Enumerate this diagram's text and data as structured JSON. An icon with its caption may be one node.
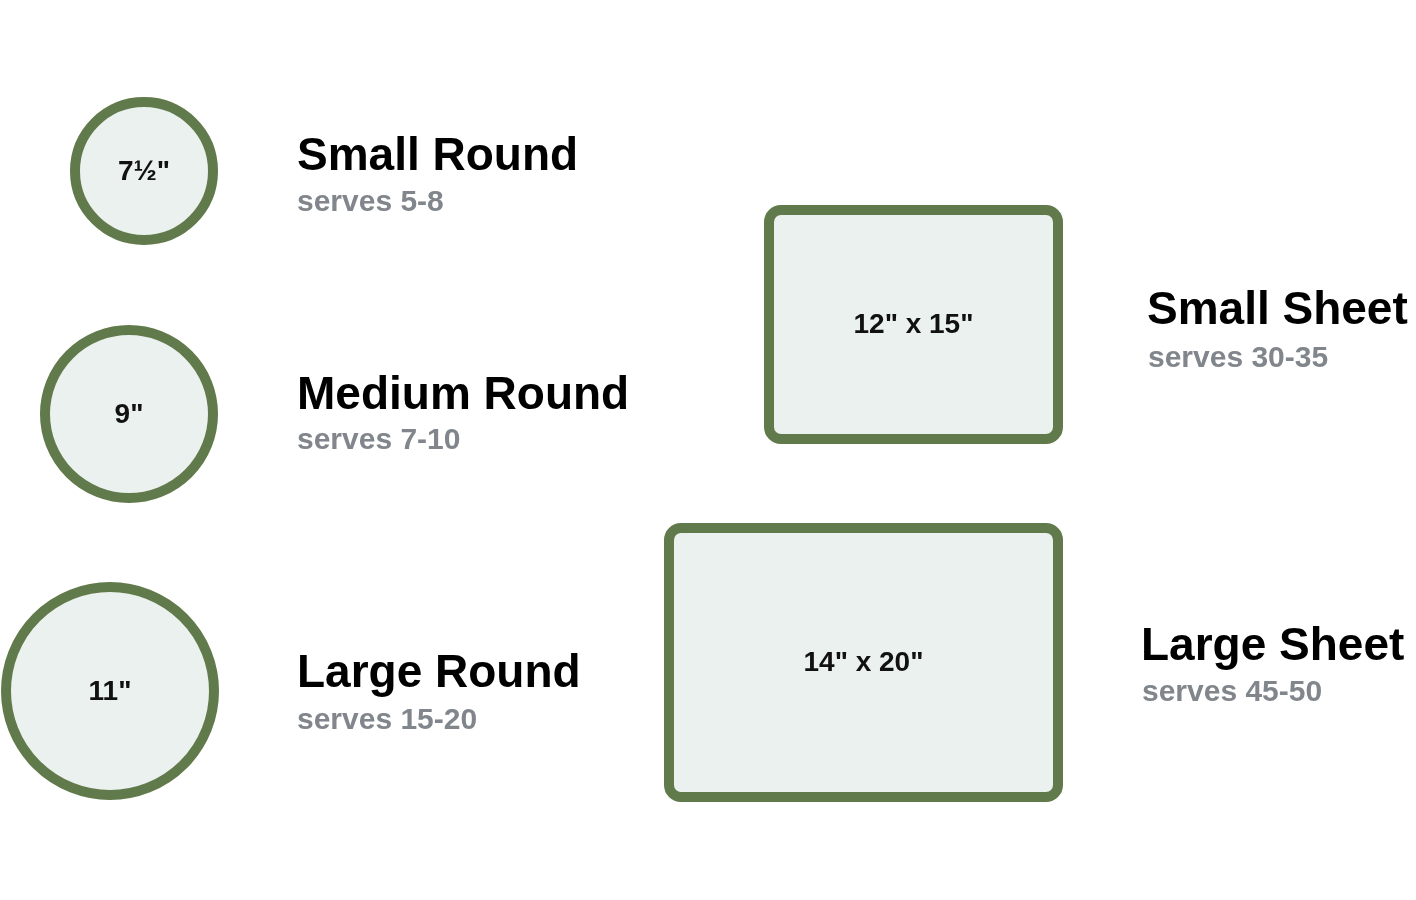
{
  "diagram": {
    "nodes": [
      {
        "text": [
          "7½\""
        ],
        "beside": [
          "Small Round",
          "serves 5-8"
        ]
      },
      {
        "text": [
          "9\""
        ],
        "beside": [
          "Medium Round",
          "serves 7-10"
        ]
      },
      {
        "text": [
          "11\""
        ],
        "beside": [
          "Large Round",
          "serves 15-20"
        ]
      },
      {
        "text": [
          "12\" x 15\""
        ],
        "beside": [
          "Small Sheet",
          "serves 30-35"
        ]
      },
      {
        "text": [
          "14\" x 20\""
        ],
        "beside": [
          "Large Sheet",
          "serves 45-50"
        ]
      }
    ]
  }
}
